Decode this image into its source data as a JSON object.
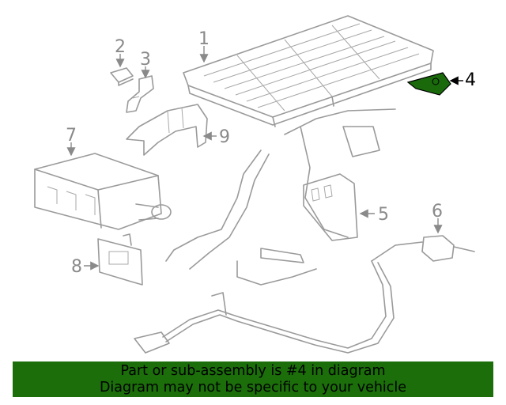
{
  "callouts": [
    "1",
    "2",
    "3",
    "4",
    "5",
    "6",
    "7",
    "8",
    "9"
  ],
  "banner": {
    "line1": "Part or sub-assembly is #4 in diagram",
    "line2": "Diagram may not be specific to your vehicle"
  },
  "colors": {
    "highlight": "#1a6a0c",
    "banner": "#1b6e0a",
    "line": "#9a9a9a"
  }
}
